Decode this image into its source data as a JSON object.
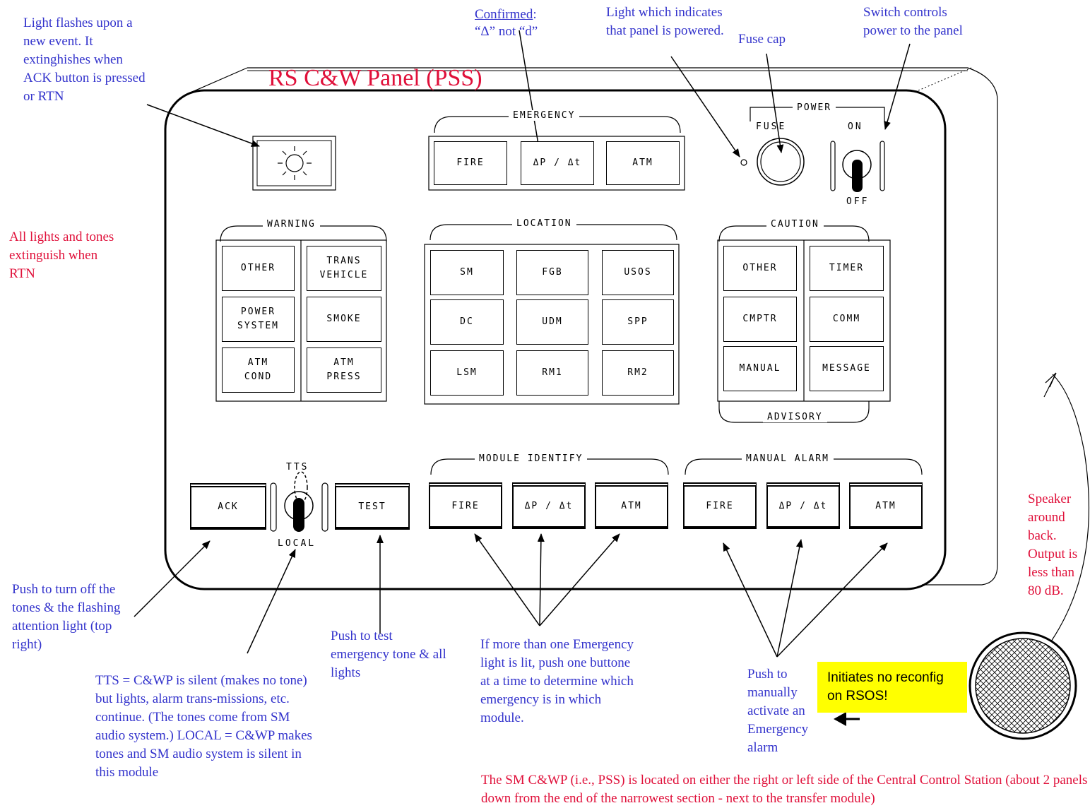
{
  "panel": {
    "title": "RS C&W Panel (PSS)",
    "emergency": {
      "label": "EMERGENCY",
      "buttons": [
        "FIRE",
        "ΔP / Δt",
        "ATM"
      ]
    },
    "power": {
      "label": "POWER",
      "fuse_label": "FUSE",
      "on_label": "ON",
      "off_label": "OFF"
    },
    "warning": {
      "label": "WARNING",
      "cells": [
        "OTHER",
        "TRANS\nVEHICLE",
        "POWER\nSYSTEM",
        "SMOKE",
        "ATM\nCOND",
        "ATM\nPRESS"
      ]
    },
    "location": {
      "label": "LOCATION",
      "cells": [
        "SM",
        "FGB",
        "USOS",
        "DC",
        "UDM",
        "SPP",
        "LSM",
        "RM1",
        "RM2"
      ]
    },
    "caution": {
      "label": "CAUTION",
      "bottom_label": "ADVISORY",
      "cells": [
        "OTHER",
        "TIMER",
        "CMPTR",
        "COMM",
        "MANUAL",
        "MESSAGE"
      ]
    },
    "bottom": {
      "ack": "ACK",
      "tts": "TTS",
      "local": "LOCAL",
      "test": "TEST"
    },
    "module_identify": {
      "label": "MODULE IDENTIFY",
      "buttons": [
        "FIRE",
        "ΔP / Δt",
        "ATM"
      ]
    },
    "manual_alarm": {
      "label": "MANUAL ALARM",
      "buttons": [
        "FIRE",
        "ΔP / Δt",
        "ATM"
      ]
    }
  },
  "annotations": {
    "light_flash": "Light flashes upon a new event.  It extinghishes when ACK button is pressed or RTN",
    "confirmed_title": "Confirmed",
    "confirmed_colon": ":",
    "confirmed_body": "“Δ” not “d”",
    "light_powered": "Light which indicates that panel is powered.",
    "fuse_cap": "Fuse cap",
    "switch_power": "Switch controls power to the panel",
    "all_lights": "All lights and tones extinguish when RTN",
    "push_off_tones": "Push to turn off the tones & the flashing attention light (top right)",
    "tts_local": "TTS = C&WP is silent (makes no tone) but lights, alarm trans-missions, etc. continue.  (The tones come from SM audio system.) LOCAL = C&WP makes tones and SM audio system is silent in this module",
    "push_test": "Push to test emergency tone & all lights",
    "more_than_one": "If more than one Emergency light is lit, push one buttone at a time to determine which emergency is in which module.",
    "push_manual": "Push to manually activate an Emergency alarm",
    "initiates": "Initiates no reconfig on RSOS!",
    "speaker": "Speaker around back. Output is less than 80 dB.",
    "sm_cwp": "The SM C&WP (i.e., PSS) is located on either the right or left side of the Central Control Station (about 2 panels down from the end of the narrowest section - next to the transfer module)"
  },
  "colors": {
    "annotation_blue": "#3333cc",
    "annotation_red": "#e0103a",
    "highlight_yellow": "#ffff00"
  }
}
